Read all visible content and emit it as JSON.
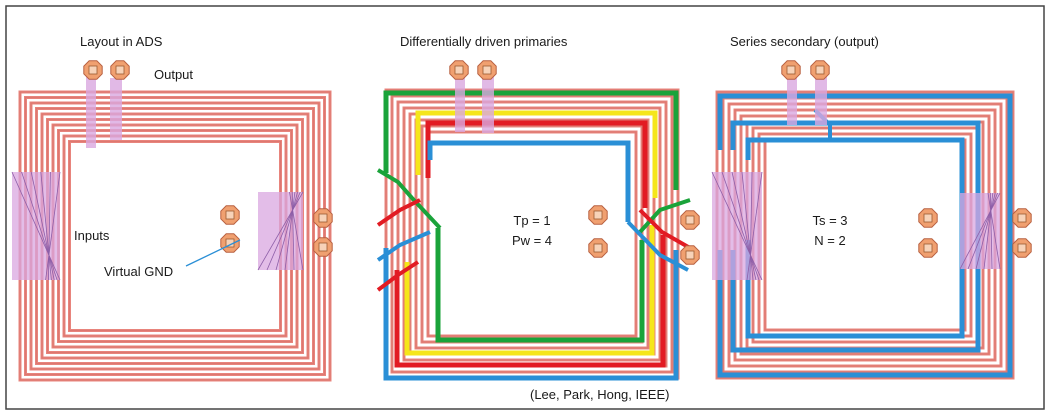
{
  "panels": [
    {
      "title": "Layout in ADS",
      "labels": {
        "output": "Output",
        "inputs": "Inputs",
        "virtual_gnd": "Virtual GND"
      }
    },
    {
      "title": "Differentially driven primaries",
      "labels": {
        "tp": "Tp = 1",
        "pw": "Pw = 4"
      }
    },
    {
      "title": "Series secondary (output)",
      "labels": {
        "ts": "Ts = 3",
        "n": "N = 2"
      }
    }
  ],
  "citation": "(Lee, Park, Hong, IEEE)",
  "colors": {
    "copper": "#e8847c",
    "copper_dark": "#c8605a",
    "background": "#ffffff",
    "frame": "#444444",
    "via": "#d9a7e0",
    "pad": "#f0a070",
    "primary_green": "#1aa33a",
    "primary_yellow": "#f5e61a",
    "primary_red": "#e21b23",
    "primary_blue": "#2a8fd6",
    "secondary_blue": "#2a8fd6",
    "leader_line": "#2a8fd6"
  }
}
